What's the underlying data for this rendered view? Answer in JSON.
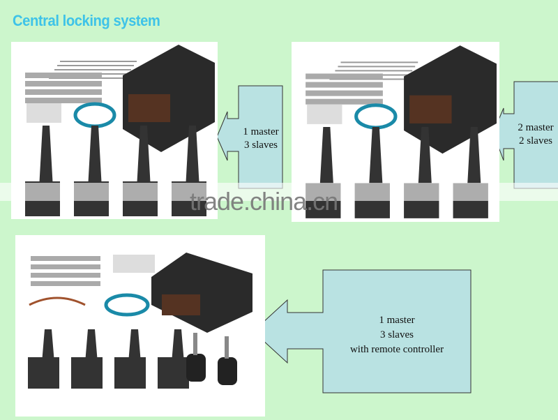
{
  "title": "Central locking system",
  "callouts": [
    {
      "line1": "1 master",
      "line2": "3 slaves"
    },
    {
      "line1": "2 master",
      "line2": "2 slaves"
    },
    {
      "line1": "1 master",
      "line2": "3 slaves",
      "line3": "with remote controller"
    }
  ],
  "watermark": "trade.china.cn",
  "colors": {
    "background": "#ccf6cc",
    "title": "#3ec3e8",
    "callout_fill": "#b9e2e2"
  }
}
